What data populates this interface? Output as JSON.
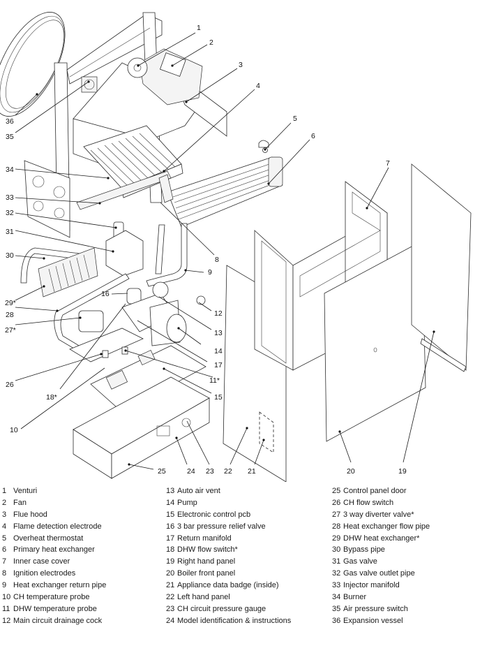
{
  "diagram": {
    "title": "Boiler exploded view",
    "callouts": [
      {
        "id": "1",
        "label": "1"
      },
      {
        "id": "2",
        "label": "2"
      },
      {
        "id": "3",
        "label": "3"
      },
      {
        "id": "4",
        "label": "4"
      },
      {
        "id": "5",
        "label": "5"
      },
      {
        "id": "6",
        "label": "6"
      },
      {
        "id": "7",
        "label": "7"
      },
      {
        "id": "8",
        "label": "8"
      },
      {
        "id": "9",
        "label": "9"
      },
      {
        "id": "10",
        "label": "10"
      },
      {
        "id": "11",
        "label": "11*"
      },
      {
        "id": "12",
        "label": "12"
      },
      {
        "id": "13",
        "label": "13"
      },
      {
        "id": "14",
        "label": "14"
      },
      {
        "id": "15",
        "label": "15"
      },
      {
        "id": "16",
        "label": "16"
      },
      {
        "id": "17",
        "label": "17"
      },
      {
        "id": "18",
        "label": "18*"
      },
      {
        "id": "19",
        "label": "19"
      },
      {
        "id": "20",
        "label": "20"
      },
      {
        "id": "21",
        "label": "21"
      },
      {
        "id": "22",
        "label": "22"
      },
      {
        "id": "23",
        "label": "23"
      },
      {
        "id": "24",
        "label": "24"
      },
      {
        "id": "25",
        "label": "25"
      },
      {
        "id": "26",
        "label": "26"
      },
      {
        "id": "27",
        "label": "27*"
      },
      {
        "id": "28",
        "label": "28"
      },
      {
        "id": "29",
        "label": "29*"
      },
      {
        "id": "30",
        "label": "30"
      },
      {
        "id": "31",
        "label": "31"
      },
      {
        "id": "32",
        "label": "32"
      },
      {
        "id": "33",
        "label": "33"
      },
      {
        "id": "34",
        "label": "34"
      },
      {
        "id": "35",
        "label": "35"
      },
      {
        "id": "36",
        "label": "36"
      }
    ]
  },
  "legend": {
    "columns": [
      [
        {
          "num": "1",
          "text": "Venturi"
        },
        {
          "num": "2",
          "text": "Fan"
        },
        {
          "num": "3",
          "text": "Flue hood"
        },
        {
          "num": "4",
          "text": "Flame detection electrode"
        },
        {
          "num": "5",
          "text": "Overheat thermostat"
        },
        {
          "num": "6",
          "text": "Primary heat exchanger"
        },
        {
          "num": "7",
          "text": "Inner case cover"
        },
        {
          "num": "8",
          "text": "Ignition electrodes"
        },
        {
          "num": "9",
          "text": "Heat exchanger return pipe"
        },
        {
          "num": "10",
          "text": "CH temperature probe"
        },
        {
          "num": "11",
          "text": "DHW temperature probe"
        },
        {
          "num": "12",
          "text": "Main circuit drainage cock"
        }
      ],
      [
        {
          "num": "13",
          "text": "Auto air vent"
        },
        {
          "num": "14",
          "text": "Pump"
        },
        {
          "num": "15",
          "text": "Electronic control pcb"
        },
        {
          "num": "16",
          "text": "3 bar pressure relief valve"
        },
        {
          "num": "17",
          "text": "Return manifold"
        },
        {
          "num": "18",
          "text": "DHW flow switch*"
        },
        {
          "num": "19",
          "text": "Right hand panel"
        },
        {
          "num": "20",
          "text": "Boiler front panel"
        },
        {
          "num": "21",
          "text": "Appliance data badge (inside)"
        },
        {
          "num": "22",
          "text": "Left hand panel"
        },
        {
          "num": "23",
          "text": "CH circuit pressure gauge"
        },
        {
          "num": "24",
          "text": "Model identification & instructions"
        }
      ],
      [
        {
          "num": "25",
          "text": "Control panel door"
        },
        {
          "num": "26",
          "text": "CH flow switch"
        },
        {
          "num": "27",
          "text": "3 way diverter valve*"
        },
        {
          "num": "28",
          "text": "Heat exchanger flow pipe"
        },
        {
          "num": "29",
          "text": "DHW heat exchanger*"
        },
        {
          "num": "30",
          "text": "Bypass pipe"
        },
        {
          "num": "31",
          "text": "Gas valve"
        },
        {
          "num": "32",
          "text": "Gas valve outlet pipe"
        },
        {
          "num": "33",
          "text": "Injector manifold"
        },
        {
          "num": "34",
          "text": "Burner"
        },
        {
          "num": "35",
          "text": "Air pressure switch"
        },
        {
          "num": "36",
          "text": "Expansion vessel"
        }
      ]
    ]
  }
}
